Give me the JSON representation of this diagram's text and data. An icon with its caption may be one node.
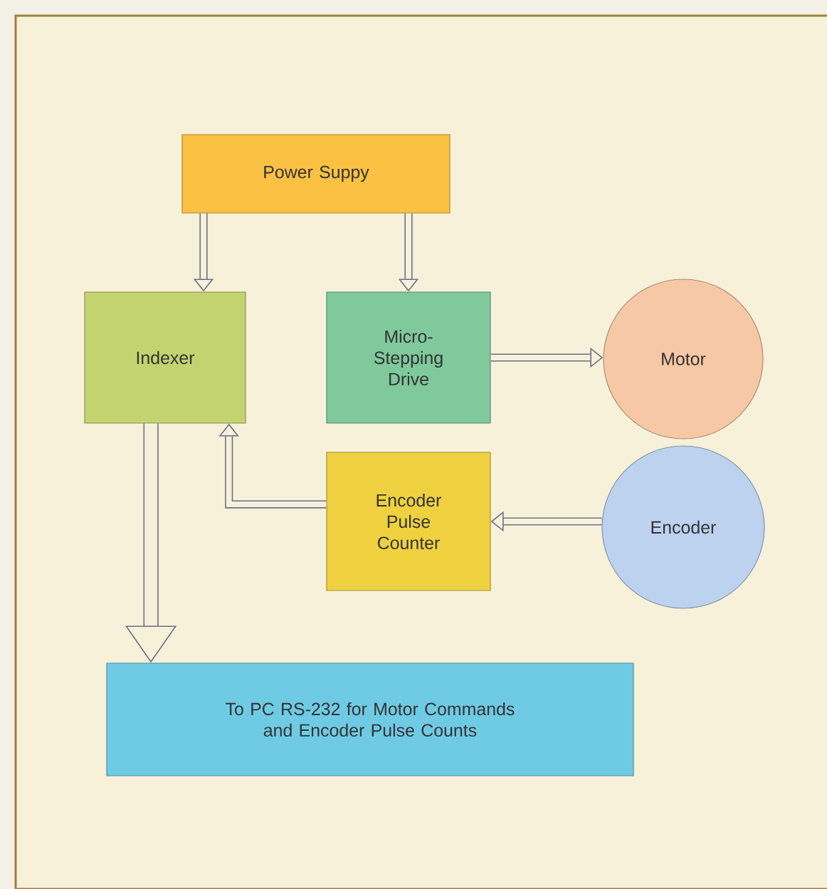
{
  "diagram": {
    "nodes": [
      {
        "text": [
          "Power Suppy"
        ]
      },
      {
        "text": [
          "Indexer"
        ]
      },
      {
        "text": [
          "Micro-Stepping Drive"
        ]
      },
      {
        "text": [
          "Motor"
        ]
      },
      {
        "text": [
          "Encoder Pulse Counter"
        ]
      },
      {
        "text": [
          "Encoder"
        ]
      },
      {
        "text": [
          "To PC RS-232 for Motor Commands and Encoder Pulse Counts"
        ]
      }
    ],
    "edges": [
      {
        "from": 0,
        "to": 1,
        "arrow": "to"
      },
      {
        "from": 0,
        "to": 2,
        "arrow": "to"
      },
      {
        "from": 2,
        "to": 3,
        "arrow": "to"
      },
      {
        "from": 5,
        "to": 4,
        "arrow": "to"
      },
      {
        "from": 4,
        "to": 1,
        "arrow": "to"
      },
      {
        "from": 1,
        "to": 6,
        "arrow": "to",
        "style": "thick"
      }
    ]
  }
}
